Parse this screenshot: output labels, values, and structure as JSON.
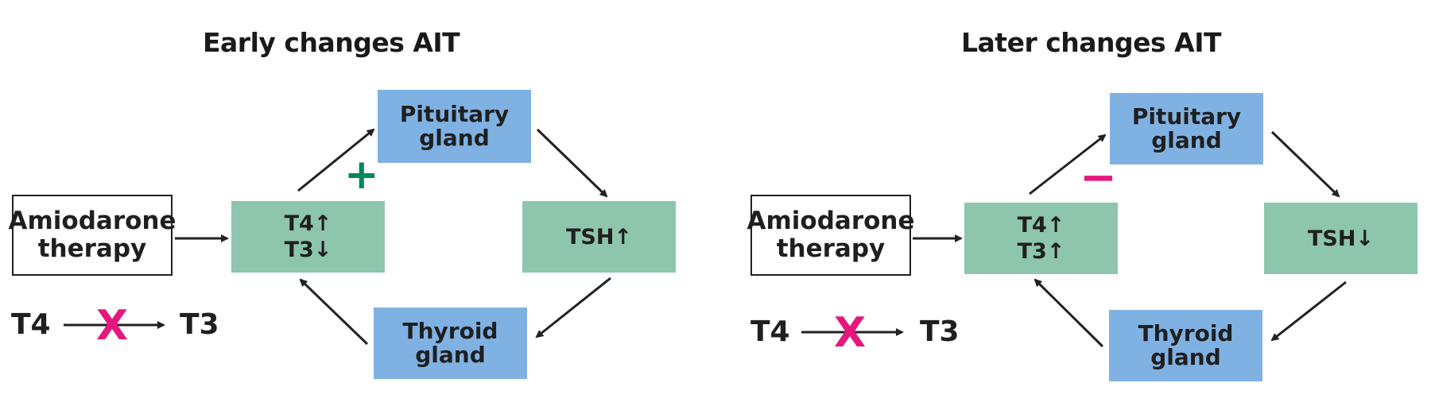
{
  "panels": [
    {
      "title": "Early changes AIT",
      "amiodarone": [
        "Amiodarone",
        "therapy"
      ],
      "hormones": [
        "T4↑",
        "T3↓"
      ],
      "pituitary": [
        "Pituitary",
        "gland"
      ],
      "tsh": "TSH↑",
      "thyroid": [
        "Thyroid",
        "gland"
      ],
      "feedback_sign": "+",
      "feedback_color": "#00875a",
      "conversion": {
        "from": "T4",
        "to": "T3",
        "blocked_mark": "X"
      }
    },
    {
      "title": "Later changes AIT",
      "amiodarone": [
        "Amiodarone",
        "therapy"
      ],
      "hormones": [
        "T4↑",
        "T3↑"
      ],
      "pituitary": [
        "Pituitary",
        "gland"
      ],
      "tsh": "TSH↓",
      "thyroid": [
        "Thyroid",
        "gland"
      ],
      "feedback_sign": "−",
      "feedback_color": "#e5177e",
      "conversion": {
        "from": "T4",
        "to": "T3",
        "blocked_mark": "X"
      }
    }
  ],
  "colors": {
    "box_blue": "#7fb2e3",
    "box_green": "#8ec5ad",
    "block_mark": "#e5177e",
    "arrow": "#222222"
  }
}
